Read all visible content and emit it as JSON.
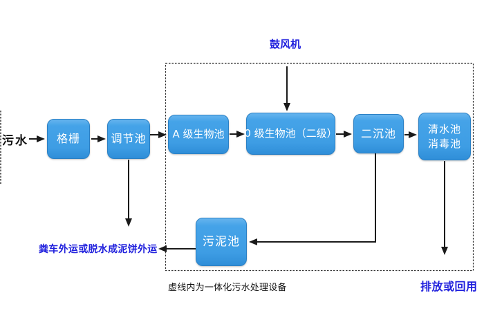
{
  "colors": {
    "box_fill": "#3f9fe4",
    "box_border": "#2b80c4",
    "box_text": "#ffffff",
    "blue_label": "#2020dd",
    "black_label": "#111111",
    "arrow": "#1a1a1a",
    "background": "#ffffff"
  },
  "flow": {
    "influent_label": "污水",
    "blower_label": "鼓风机",
    "sludge_out_label": "粪车外运或脱水成泥饼外运",
    "boundary_caption": "虚线内为一体化污水处理设备",
    "effluent_label": "排放或回用",
    "nodes": {
      "screen": "格栅",
      "equalization": "调节池",
      "a_bio": "A 级生物池",
      "o_bio": "0 级生物池（二级）",
      "secondary_clarifier": "二沉池",
      "clearwater_line1": "清水池",
      "clearwater_line2": "消毒池",
      "sludge": "污泥池"
    }
  }
}
